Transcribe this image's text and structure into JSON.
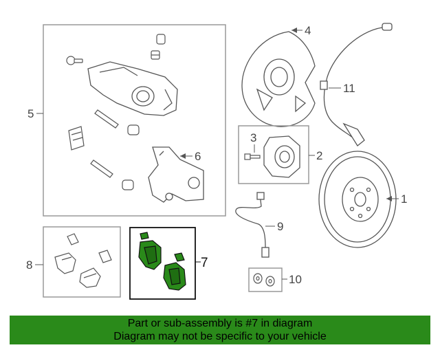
{
  "callouts": {
    "c1": "1",
    "c2": "2",
    "c3": "3",
    "c4": "4",
    "c5": "5",
    "c6": "6",
    "c7": "7",
    "c8": "8",
    "c9": "9",
    "c10": "10",
    "c11": "11"
  },
  "banner": {
    "line1": "Part or sub-assembly is #7 in diagram",
    "line2": "Diagram may not be specific to your vehicle"
  },
  "colors": {
    "highlight_fill": "#2a8a1a",
    "line": "#555555",
    "box": "#999999"
  }
}
